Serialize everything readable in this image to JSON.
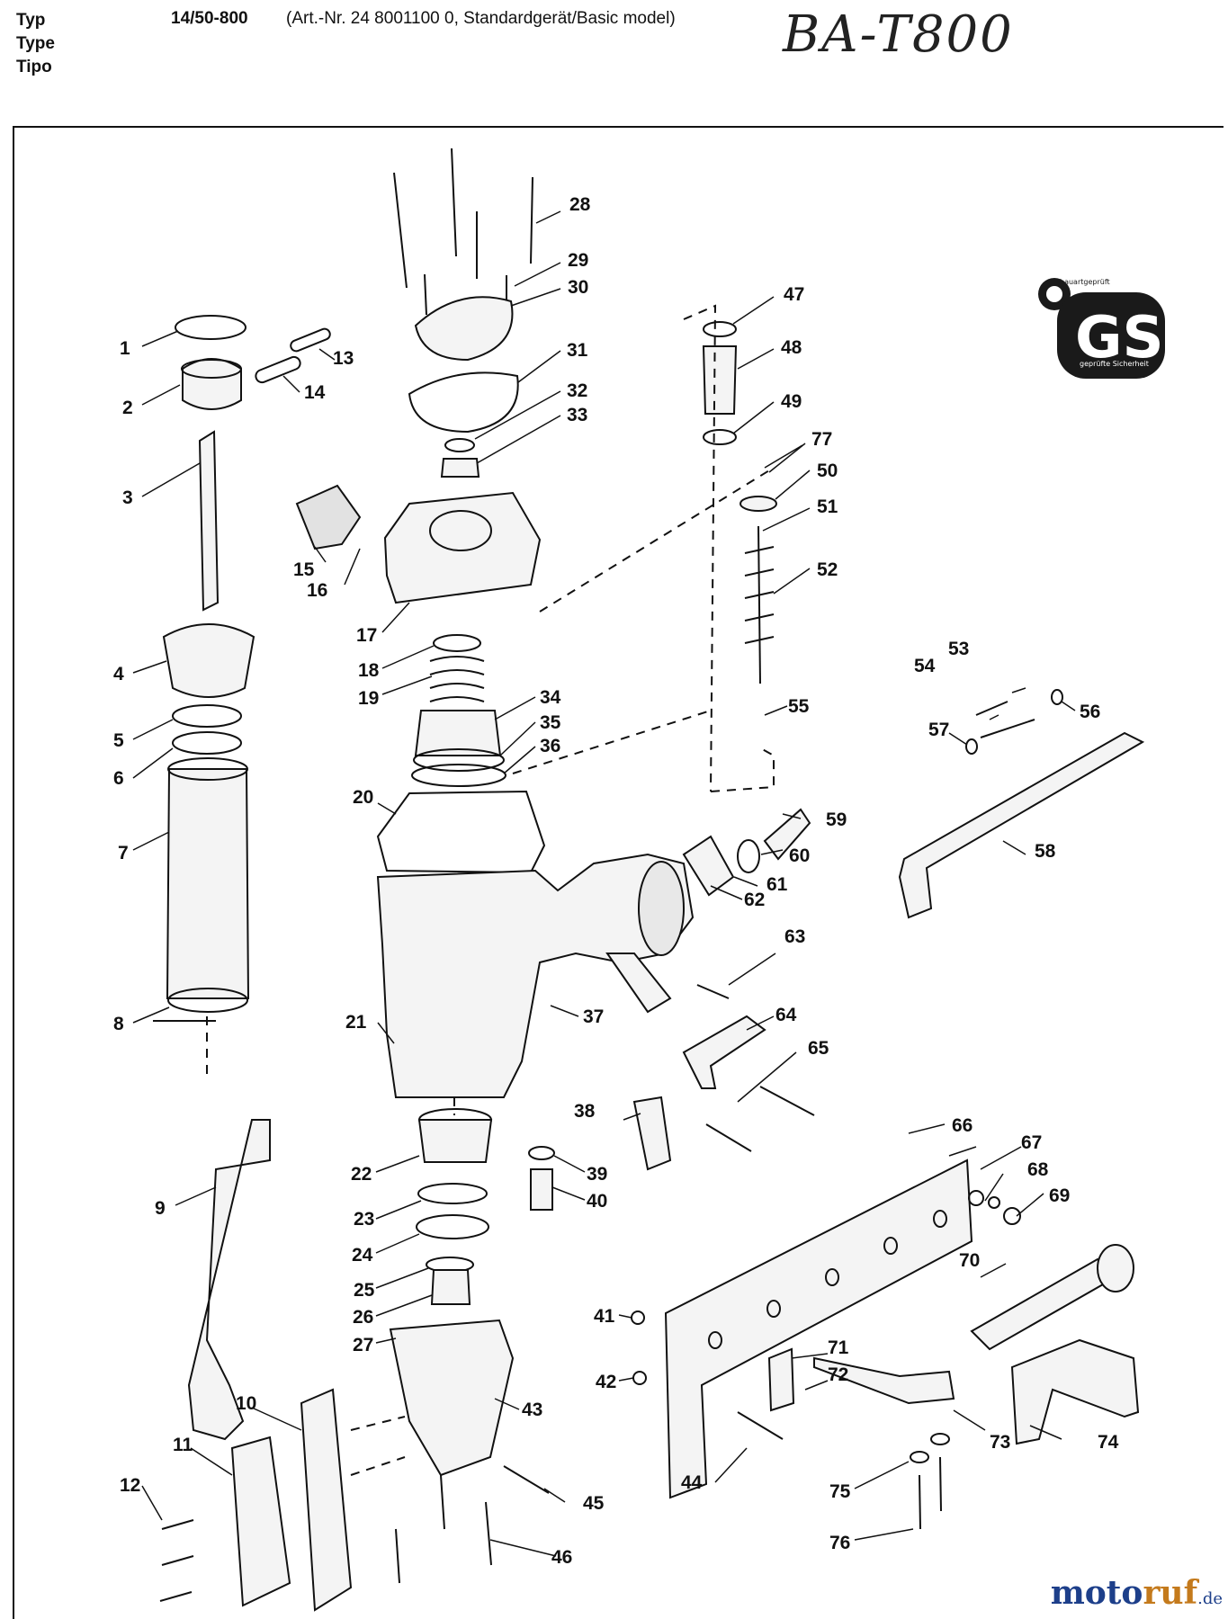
{
  "header": {
    "labels": [
      "Typ",
      "Type",
      "Tipo"
    ],
    "model": "14/50-800",
    "description": "(Art.-Nr. 24 8001100 0, Standardgerät/Basic model)",
    "handwritten": "BA-T800"
  },
  "badge": {
    "text": "GS",
    "small_text": "geprüfte Sicherheit",
    "ring_text": "bauartgeprüft"
  },
  "watermark": {
    "part1": "moto",
    "part2": "ruf",
    "part3": ".de"
  },
  "callouts": [
    "1",
    "2",
    "3",
    "4",
    "5",
    "6",
    "7",
    "8",
    "9",
    "10",
    "11",
    "12",
    "13",
    "14",
    "15",
    "16",
    "17",
    "18",
    "19",
    "20",
    "21",
    "22",
    "23",
    "24",
    "25",
    "26",
    "27",
    "28",
    "29",
    "30",
    "31",
    "32",
    "33",
    "34",
    "35",
    "36",
    "37",
    "38",
    "39",
    "40",
    "41",
    "42",
    "43",
    "44",
    "45",
    "46",
    "47",
    "48",
    "49",
    "50",
    "51",
    "52",
    "53",
    "54",
    "55",
    "56",
    "57",
    "58",
    "59",
    "60",
    "61",
    "62",
    "63",
    "64",
    "65",
    "66",
    "67",
    "68",
    "69",
    "70",
    "71",
    "72",
    "73",
    "74",
    "75",
    "76",
    "77"
  ],
  "colors": {
    "line": "#111111",
    "fill": "#f4f4f4",
    "dark": "#222222"
  }
}
